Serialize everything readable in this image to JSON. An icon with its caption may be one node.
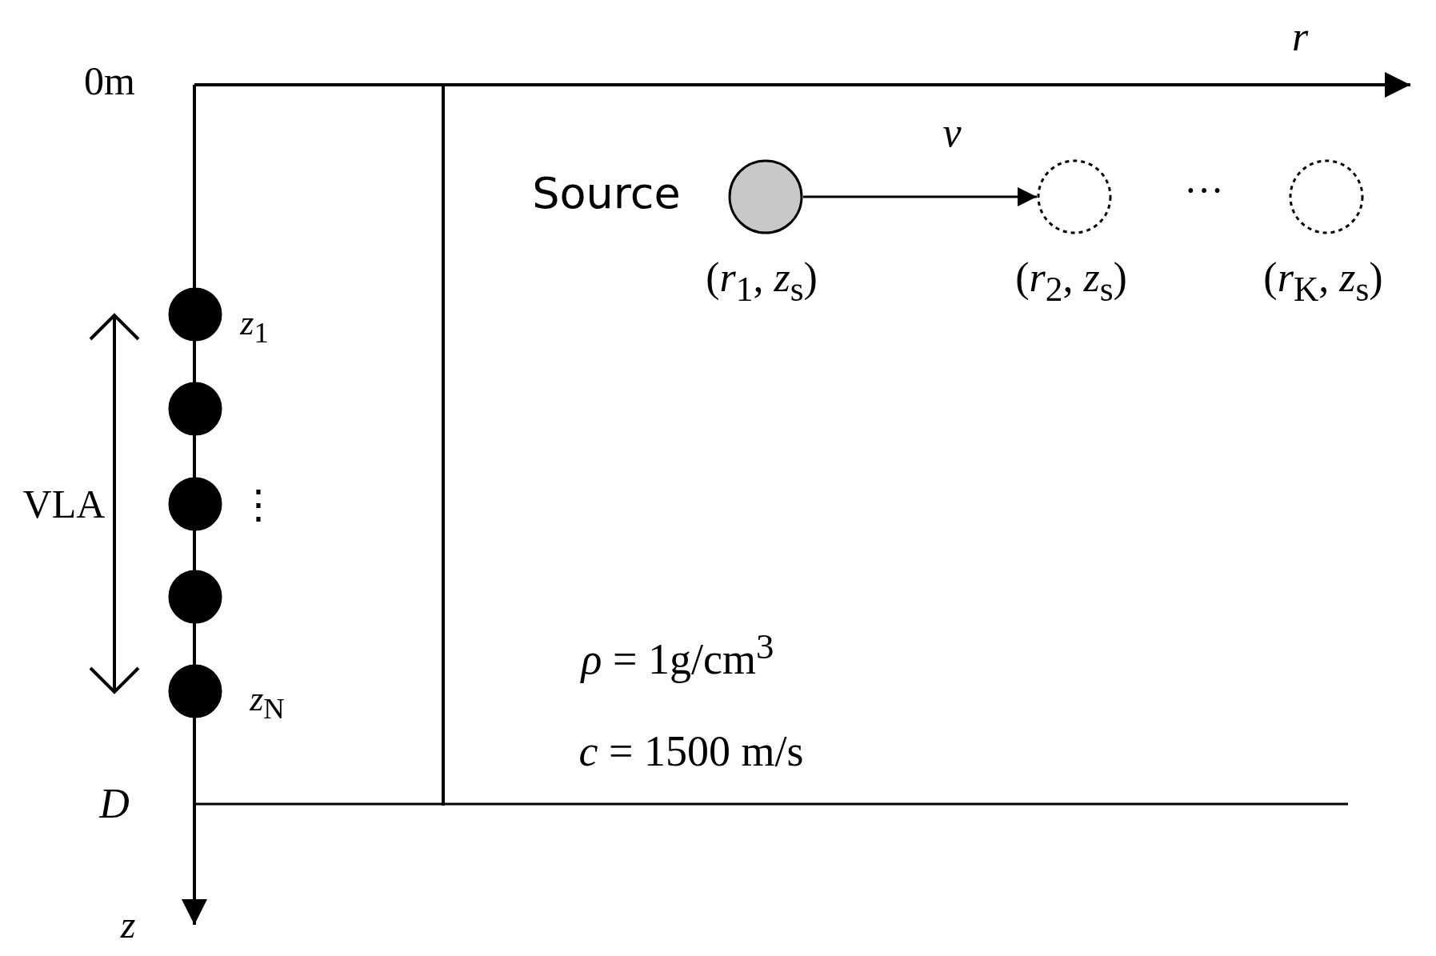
{
  "diagram": {
    "nodes": [
      {
        "text": [],
        "shape": "circle",
        "beside": [
          "Source",
          "(*r*$_{1}$, *z*$_{s}$)"
        ]
      },
      {
        "text": [],
        "shape": "circle",
        "beside": [
          "(*r*$_{2}$, *z*$_{s}$)"
        ]
      },
      {
        "text": [],
        "shape": "circle",
        "beside": [
          "(*r*$_{K}$, *z*$_{s}$)"
        ]
      },
      {
        "text": [],
        "shape": "circle",
        "beside": [
          "*z*$_{1}$"
        ]
      },
      {
        "text": [],
        "shape": "circle"
      },
      {
        "text": [],
        "shape": "circle"
      },
      {
        "text": [],
        "shape": "circle"
      },
      {
        "text": [],
        "shape": "circle",
        "beside": [
          "*z*$_{N}$"
        ]
      }
    ],
    "edges": [
      {
        "from": 0,
        "to": 1,
        "arrow": "to",
        "label": "v"
      }
    ],
    "labels": [
      "r",
      "0m",
      "···",
      "VLA",
      "⋮",
      "*ρ* = 1g/cm$^{3}$",
      "*c* = 1500 m/s",
      "D",
      "z"
    ]
  }
}
